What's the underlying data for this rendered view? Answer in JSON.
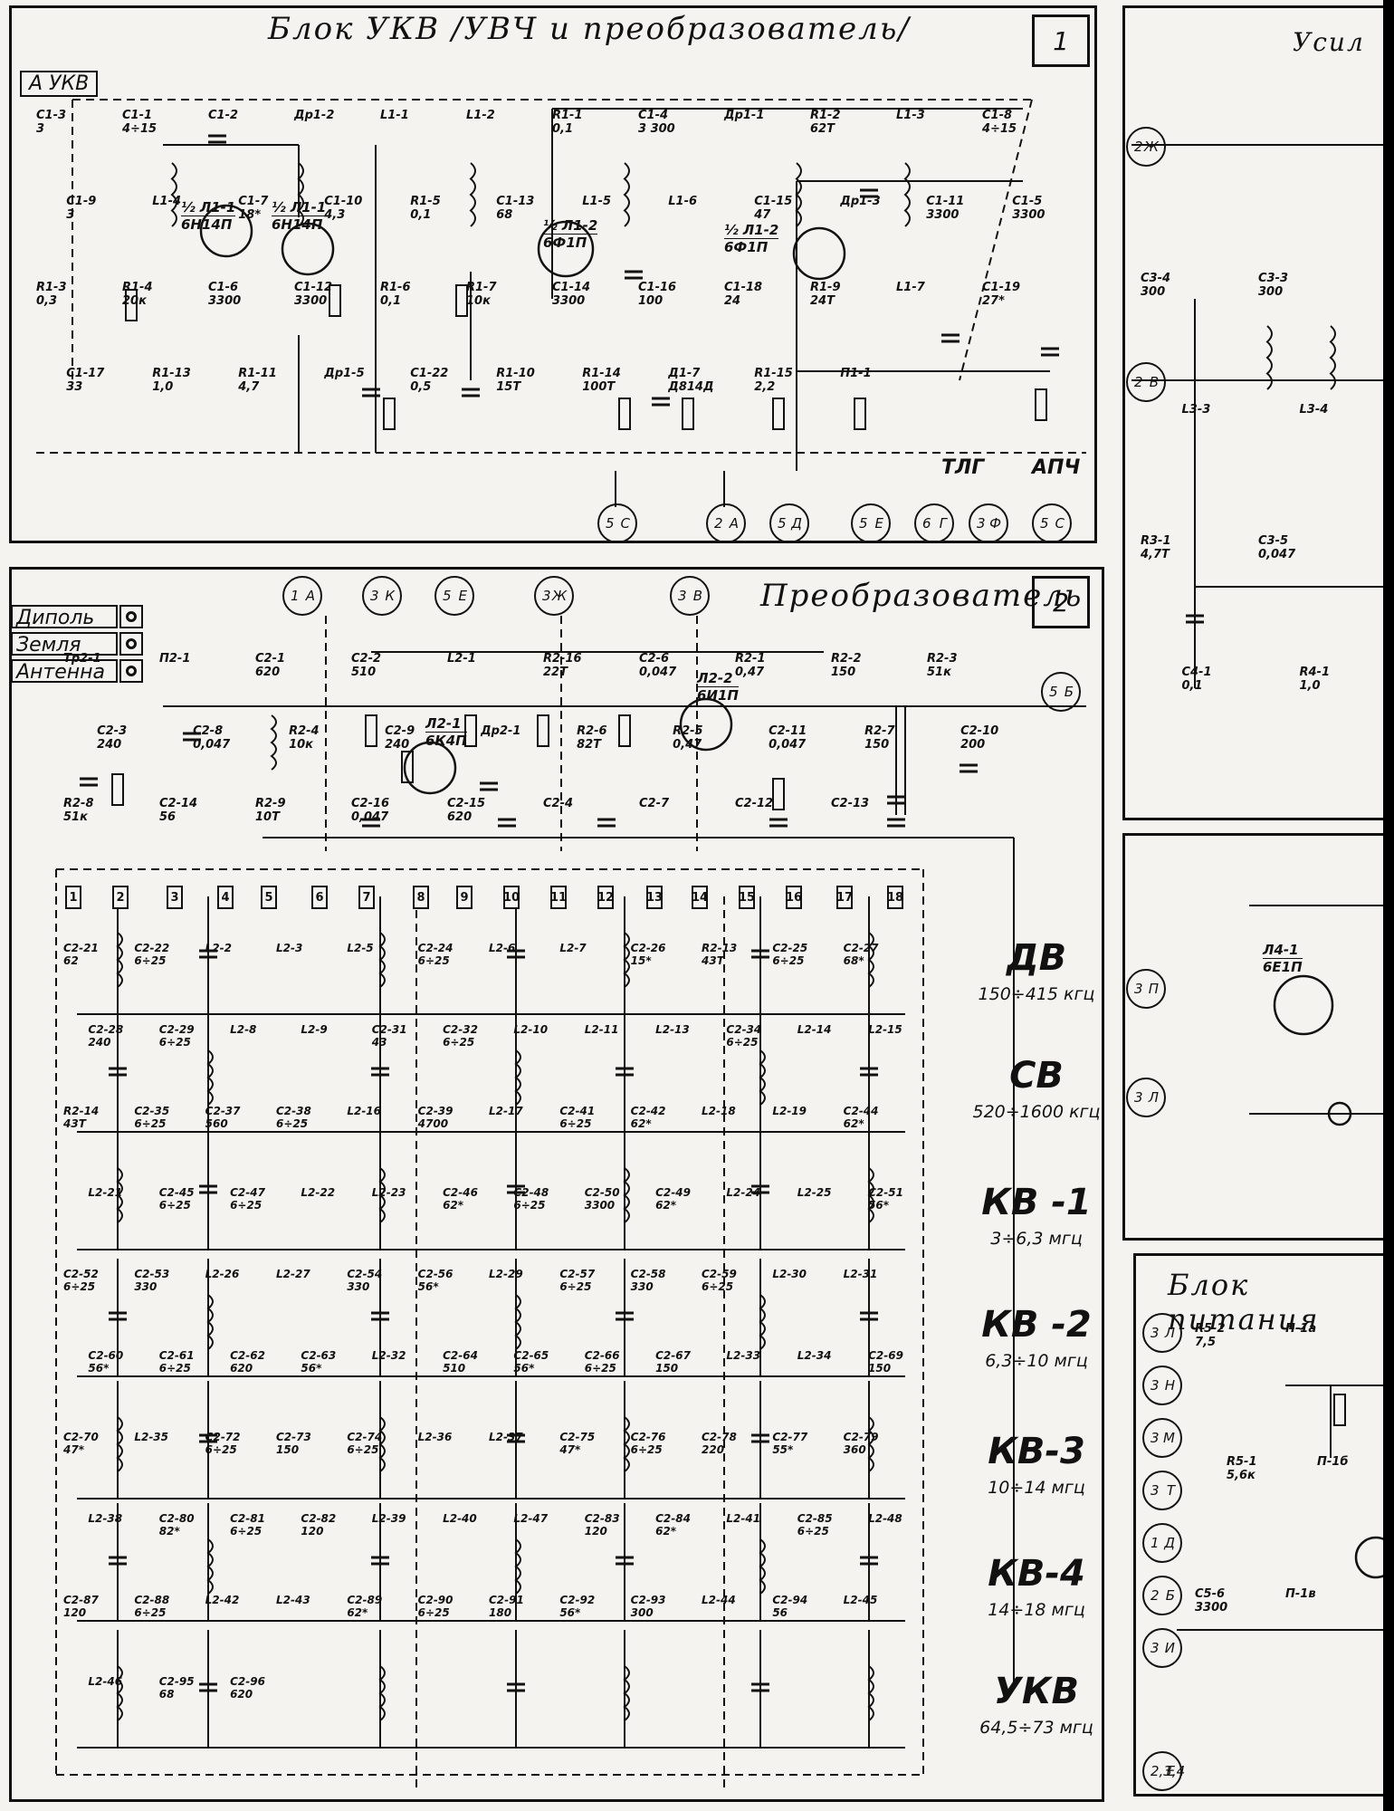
{
  "blocks": {
    "vhf": {
      "title": "Блок УКВ  /УВЧ и преобразователь/",
      "number": "1",
      "input_label": "А УКВ"
    },
    "converter": {
      "title": "Преобразователь",
      "number": "2"
    },
    "amp": {
      "title_fragment": "Усил"
    },
    "power": {
      "title": "Блок питания"
    }
  },
  "terminals": [
    {
      "label": "Диполь"
    },
    {
      "label": "Земля"
    },
    {
      "label": "Антенна"
    }
  ],
  "bands": [
    {
      "name": "ДВ",
      "range": "150÷415 кгц"
    },
    {
      "name": "СВ",
      "range": "520÷1600 кгц"
    },
    {
      "name": "КВ -1",
      "range": "3÷6,3 мгц"
    },
    {
      "name": "КВ -2",
      "range": "6,3÷10 мгц"
    },
    {
      "name": "КВ-3",
      "range": "10÷14 мгц"
    },
    {
      "name": "КВ-4",
      "range": "14÷18 мгц"
    },
    {
      "name": "УКВ",
      "range": "64,5÷73 мгц"
    }
  ],
  "switch_labels": {
    "tlg": "ТЛГ",
    "apch": "АПЧ"
  },
  "tubes": [
    {
      "ref": "½ Л1-1",
      "type": "6Н14П"
    },
    {
      "ref": "½ Л1-1",
      "type": "6Н14П"
    },
    {
      "ref": "½ Л1-2",
      "type": "6Ф1П"
    },
    {
      "ref": "½ Л1-2",
      "type": "6Ф1П"
    },
    {
      "ref": "Л2-1",
      "type": "6К4П"
    },
    {
      "ref": "Л2-2",
      "type": "6И1П"
    },
    {
      "ref": "Л4-1",
      "type": "6Е1П"
    }
  ],
  "vhf_connectors": [
    {
      "d": "5",
      "l": "С"
    },
    {
      "d": "2",
      "l": "А"
    },
    {
      "d": "5",
      "l": "Д"
    },
    {
      "d": "5",
      "l": "Е"
    },
    {
      "d": "6",
      "l": "Г"
    },
    {
      "d": "3",
      "l": "Ф"
    },
    {
      "d": "5",
      "l": "С"
    }
  ],
  "conv_connectors": [
    {
      "d": "1",
      "l": "А"
    },
    {
      "d": "3",
      "l": "К"
    },
    {
      "d": "5",
      "l": "Е"
    },
    {
      "d": "3",
      "l": "Ж"
    },
    {
      "d": "3",
      "l": "В"
    },
    {
      "d": "5",
      "l": "Б"
    }
  ],
  "amp_connectors": [
    {
      "d": "2",
      "l": "Ж"
    },
    {
      "d": "2",
      "l": "В"
    },
    {
      "d": "3",
      "l": "П"
    },
    {
      "d": "3",
      "l": "Л"
    }
  ],
  "power_connectors": [
    {
      "d": "3",
      "l": "Л"
    },
    {
      "d": "3",
      "l": "Н"
    },
    {
      "d": "3",
      "l": "М"
    },
    {
      "d": "3",
      "l": "Т"
    },
    {
      "d": "1",
      "l": "Д"
    },
    {
      "d": "2",
      "l": "Б"
    },
    {
      "d": "3",
      "l": "И"
    },
    {
      "d": "2,3,4",
      "l": "Е"
    }
  ],
  "contact_pins": [
    "1",
    "2",
    "3",
    "4",
    "5",
    "6",
    "7",
    "8",
    "9",
    "10",
    "11",
    "12",
    "13",
    "14",
    "15",
    "16",
    "17",
    "18"
  ],
  "vhf_components": [
    {
      "ref": "С1-3",
      "val": "3"
    },
    {
      "ref": "С1-1",
      "val": "4÷15"
    },
    {
      "ref": "С1-2",
      "val": ""
    },
    {
      "ref": "Др1-2",
      "val": ""
    },
    {
      "ref": "L1-1",
      "val": ""
    },
    {
      "ref": "L1-2",
      "val": ""
    },
    {
      "ref": "R1-1",
      "val": "0,1"
    },
    {
      "ref": "С1-4",
      "val": "3 300"
    },
    {
      "ref": "Др1-1",
      "val": ""
    },
    {
      "ref": "R1-2",
      "val": "62Т"
    },
    {
      "ref": "L1-3",
      "val": ""
    },
    {
      "ref": "С1-8",
      "val": "4÷15"
    },
    {
      "ref": "С1-9",
      "val": "3"
    },
    {
      "ref": "L1-4",
      "val": ""
    },
    {
      "ref": "С1-7",
      "val": "18*"
    },
    {
      "ref": "С1-10",
      "val": "4,3"
    },
    {
      "ref": "R1-5",
      "val": "0,1"
    },
    {
      "ref": "С1-13",
      "val": "68"
    },
    {
      "ref": "L1-5",
      "val": ""
    },
    {
      "ref": "L1-6",
      "val": ""
    },
    {
      "ref": "С1-15",
      "val": "47"
    },
    {
      "ref": "Др1-3",
      "val": ""
    },
    {
      "ref": "С1-11",
      "val": "3300"
    },
    {
      "ref": "С1-5",
      "val": "3300"
    },
    {
      "ref": "R1-3",
      "val": "0,3"
    },
    {
      "ref": "R1-4",
      "val": "20к"
    },
    {
      "ref": "С1-6",
      "val": "3300"
    },
    {
      "ref": "С1-12",
      "val": "3300"
    },
    {
      "ref": "R1-6",
      "val": "0,1"
    },
    {
      "ref": "R1-7",
      "val": "10к"
    },
    {
      "ref": "С1-14",
      "val": "3300"
    },
    {
      "ref": "С1-16",
      "val": "100"
    },
    {
      "ref": "С1-18",
      "val": "24"
    },
    {
      "ref": "R1-9",
      "val": "24Т"
    },
    {
      "ref": "L1-7",
      "val": ""
    },
    {
      "ref": "С1-19",
      "val": "27*"
    },
    {
      "ref": "С1-17",
      "val": "33"
    },
    {
      "ref": "R1-13",
      "val": "1,0"
    },
    {
      "ref": "R1-11",
      "val": "4,7"
    },
    {
      "ref": "Др1-5",
      "val": ""
    },
    {
      "ref": "С1-22",
      "val": "0,5"
    },
    {
      "ref": "R1-10",
      "val": "15Т"
    },
    {
      "ref": "R1-14",
      "val": "100Т"
    },
    {
      "ref": "Д1-7",
      "val": "Д814Д"
    },
    {
      "ref": "R1-15",
      "val": "2,2"
    },
    {
      "ref": "П1-1",
      "val": ""
    }
  ],
  "conv_components": [
    {
      "ref": "Тр2-1",
      "val": ""
    },
    {
      "ref": "П2-1",
      "val": ""
    },
    {
      "ref": "С2-1",
      "val": "620"
    },
    {
      "ref": "С2-2",
      "val": "510"
    },
    {
      "ref": "L2-1",
      "val": ""
    },
    {
      "ref": "R2-16",
      "val": "22Т"
    },
    {
      "ref": "С2-6",
      "val": "0,047"
    },
    {
      "ref": "R2-1",
      "val": "0,47"
    },
    {
      "ref": "R2-2",
      "val": "150"
    },
    {
      "ref": "R2-3",
      "val": "51к"
    },
    {
      "ref": "С2-3",
      "val": "240"
    },
    {
      "ref": "С2-8",
      "val": "0,047"
    },
    {
      "ref": "R2-4",
      "val": "10к"
    },
    {
      "ref": "С2-9",
      "val": "240"
    },
    {
      "ref": "Др2-1",
      "val": ""
    },
    {
      "ref": "R2-6",
      "val": "82Т"
    },
    {
      "ref": "R2-5",
      "val": "0,47"
    },
    {
      "ref": "С2-11",
      "val": "0,047"
    },
    {
      "ref": "R2-7",
      "val": "150"
    },
    {
      "ref": "С2-10",
      "val": "200"
    },
    {
      "ref": "R2-8",
      "val": "51к"
    },
    {
      "ref": "С2-14",
      "val": "56"
    },
    {
      "ref": "R2-9",
      "val": "10Т"
    },
    {
      "ref": "С2-16",
      "val": "0,047"
    },
    {
      "ref": "С2-15",
      "val": "620"
    },
    {
      "ref": "С2-4",
      "val": ""
    },
    {
      "ref": "С2-7",
      "val": ""
    },
    {
      "ref": "С2-12",
      "val": ""
    },
    {
      "ref": "С2-13",
      "val": ""
    }
  ],
  "band_components": [
    {
      "ref": "С2-21",
      "val": "62"
    },
    {
      "ref": "С2-22",
      "val": "6÷25"
    },
    {
      "ref": "L2-2",
      "val": ""
    },
    {
      "ref": "L2-3",
      "val": ""
    },
    {
      "ref": "L2-5",
      "val": ""
    },
    {
      "ref": "С2-24",
      "val": "6÷25"
    },
    {
      "ref": "L2-6",
      "val": ""
    },
    {
      "ref": "L2-7",
      "val": ""
    },
    {
      "ref": "С2-26",
      "val": "15*"
    },
    {
      "ref": "R2-13",
      "val": "43Т"
    },
    {
      "ref": "С2-25",
      "val": "6÷25"
    },
    {
      "ref": "С2-27",
      "val": "68*"
    },
    {
      "ref": "С2-28",
      "val": "240"
    },
    {
      "ref": "С2-29",
      "val": "6÷25"
    },
    {
      "ref": "L2-8",
      "val": ""
    },
    {
      "ref": "L2-9",
      "val": ""
    },
    {
      "ref": "С2-31",
      "val": "43"
    },
    {
      "ref": "С2-32",
      "val": "6÷25"
    },
    {
      "ref": "L2-10",
      "val": ""
    },
    {
      "ref": "L2-11",
      "val": ""
    },
    {
      "ref": "L2-13",
      "val": ""
    },
    {
      "ref": "С2-34",
      "val": "6÷25"
    },
    {
      "ref": "L2-14",
      "val": ""
    },
    {
      "ref": "L2-15",
      "val": ""
    },
    {
      "ref": "R2-14",
      "val": "43Т"
    },
    {
      "ref": "С2-35",
      "val": "6÷25"
    },
    {
      "ref": "С2-37",
      "val": "560"
    },
    {
      "ref": "С2-38",
      "val": "6÷25"
    },
    {
      "ref": "L2-16",
      "val": ""
    },
    {
      "ref": "С2-39",
      "val": "4700"
    },
    {
      "ref": "L2-17",
      "val": ""
    },
    {
      "ref": "С2-41",
      "val": "6÷25"
    },
    {
      "ref": "С2-42",
      "val": "62*"
    },
    {
      "ref": "L2-18",
      "val": ""
    },
    {
      "ref": "L2-19",
      "val": ""
    },
    {
      "ref": "С2-44",
      "val": "62*"
    },
    {
      "ref": "L2-21",
      "val": ""
    },
    {
      "ref": "С2-45",
      "val": "6÷25"
    },
    {
      "ref": "С2-47",
      "val": "6÷25"
    },
    {
      "ref": "L2-22",
      "val": ""
    },
    {
      "ref": "L2-23",
      "val": ""
    },
    {
      "ref": "С2-46",
      "val": "62*"
    },
    {
      "ref": "С2-48",
      "val": "6÷25"
    },
    {
      "ref": "С2-50",
      "val": "3300"
    },
    {
      "ref": "С2-49",
      "val": "62*"
    },
    {
      "ref": "L2-24",
      "val": ""
    },
    {
      "ref": "L2-25",
      "val": ""
    },
    {
      "ref": "С2-51",
      "val": "56*"
    },
    {
      "ref": "С2-52",
      "val": "6÷25"
    },
    {
      "ref": "С2-53",
      "val": "330"
    },
    {
      "ref": "L2-26",
      "val": ""
    },
    {
      "ref": "L2-27",
      "val": ""
    },
    {
      "ref": "С2-54",
      "val": "330"
    },
    {
      "ref": "С2-56",
      "val": "56*"
    },
    {
      "ref": "L2-29",
      "val": ""
    },
    {
      "ref": "С2-57",
      "val": "6÷25"
    },
    {
      "ref": "С2-58",
      "val": "330"
    },
    {
      "ref": "С2-59",
      "val": "6÷25"
    },
    {
      "ref": "L2-30",
      "val": ""
    },
    {
      "ref": "L2-31",
      "val": ""
    },
    {
      "ref": "С2-60",
      "val": "56*"
    },
    {
      "ref": "С2-61",
      "val": "6÷25"
    },
    {
      "ref": "С2-62",
      "val": "620"
    },
    {
      "ref": "С2-63",
      "val": "56*"
    },
    {
      "ref": "L2-32",
      "val": ""
    },
    {
      "ref": "С2-64",
      "val": "510"
    },
    {
      "ref": "С2-65",
      "val": "56*"
    },
    {
      "ref": "С2-66",
      "val": "6÷25"
    },
    {
      "ref": "С2-67",
      "val": "150"
    },
    {
      "ref": "L2-33",
      "val": ""
    },
    {
      "ref": "L2-34",
      "val": ""
    },
    {
      "ref": "С2-69",
      "val": "150"
    },
    {
      "ref": "С2-70",
      "val": "47*"
    },
    {
      "ref": "L2-35",
      "val": ""
    },
    {
      "ref": "С2-72",
      "val": "6÷25"
    },
    {
      "ref": "С2-73",
      "val": "150"
    },
    {
      "ref": "С2-74",
      "val": "6÷25"
    },
    {
      "ref": "L2-36",
      "val": ""
    },
    {
      "ref": "L2-37",
      "val": ""
    },
    {
      "ref": "С2-75",
      "val": "47*"
    },
    {
      "ref": "С2-76",
      "val": "6÷25"
    },
    {
      "ref": "С2-78",
      "val": "220"
    },
    {
      "ref": "С2-77",
      "val": "55*"
    },
    {
      "ref": "С2-79",
      "val": "360"
    },
    {
      "ref": "L2-38",
      "val": ""
    },
    {
      "ref": "С2-80",
      "val": "82*"
    },
    {
      "ref": "С2-81",
      "val": "6÷25"
    },
    {
      "ref": "С2-82",
      "val": "120"
    },
    {
      "ref": "L2-39",
      "val": ""
    },
    {
      "ref": "L2-40",
      "val": ""
    },
    {
      "ref": "L2-47",
      "val": ""
    },
    {
      "ref": "С2-83",
      "val": "120"
    },
    {
      "ref": "С2-84",
      "val": "62*"
    },
    {
      "ref": "L2-41",
      "val": ""
    },
    {
      "ref": "С2-85",
      "val": "6÷25"
    },
    {
      "ref": "L2-48",
      "val": ""
    },
    {
      "ref": "С2-87",
      "val": "120"
    },
    {
      "ref": "С2-88",
      "val": "6÷25"
    },
    {
      "ref": "L2-42",
      "val": ""
    },
    {
      "ref": "L2-43",
      "val": ""
    },
    {
      "ref": "С2-89",
      "val": "62*"
    },
    {
      "ref": "С2-90",
      "val": "6÷25"
    },
    {
      "ref": "С2-91",
      "val": "180"
    },
    {
      "ref": "С2-92",
      "val": "56*"
    },
    {
      "ref": "С2-93",
      "val": "300"
    },
    {
      "ref": "L2-44",
      "val": ""
    },
    {
      "ref": "С2-94",
      "val": "56"
    },
    {
      "ref": "L2-45",
      "val": ""
    },
    {
      "ref": "L2-46",
      "val": ""
    },
    {
      "ref": "С2-95",
      "val": "68"
    },
    {
      "ref": "С2-96",
      "val": "620"
    }
  ],
  "amp_components": [
    {
      "ref": "С3-4",
      "val": "300"
    },
    {
      "ref": "С3-3",
      "val": "300"
    },
    {
      "ref": "L3-3",
      "val": ""
    },
    {
      "ref": "L3-4",
      "val": ""
    },
    {
      "ref": "R3-1",
      "val": "4,7Т"
    },
    {
      "ref": "С3-5",
      "val": "0,047"
    },
    {
      "ref": "С4-1",
      "val": "0,1"
    },
    {
      "ref": "R4-1",
      "val": "1,0"
    }
  ],
  "power_components": [
    {
      "ref": "R5-2",
      "val": "7,5"
    },
    {
      "ref": "П-1а",
      "val": ""
    },
    {
      "ref": "R5-1",
      "val": "5,6к"
    },
    {
      "ref": "П-1б",
      "val": ""
    },
    {
      "ref": "С5-6",
      "val": "3300"
    },
    {
      "ref": "П-1в",
      "val": ""
    }
  ]
}
